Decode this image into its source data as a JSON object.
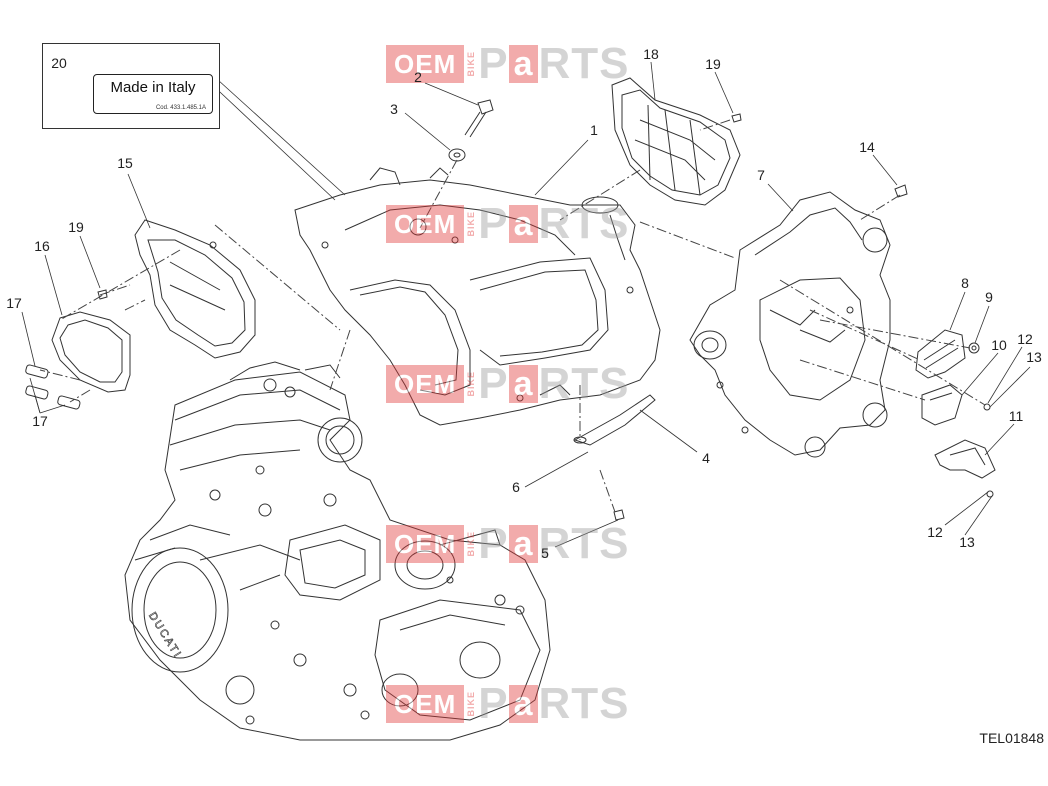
{
  "diagram": {
    "code": "TEL01848",
    "inset_label": {
      "text": "Made in Italy",
      "code": "Cod. 433.1.485.1A"
    },
    "callouts": [
      {
        "id": "c20",
        "number": "20"
      },
      {
        "id": "c2",
        "number": "2"
      },
      {
        "id": "c3",
        "number": "3"
      },
      {
        "id": "c1",
        "number": "1"
      },
      {
        "id": "c18",
        "number": "18"
      },
      {
        "id": "c19a",
        "number": "19"
      },
      {
        "id": "c14",
        "number": "14"
      },
      {
        "id": "c7",
        "number": "7"
      },
      {
        "id": "c15",
        "number": "15"
      },
      {
        "id": "c19b",
        "number": "19"
      },
      {
        "id": "c16",
        "number": "16"
      },
      {
        "id": "c17a",
        "number": "17"
      },
      {
        "id": "c17b",
        "number": "17"
      },
      {
        "id": "c8",
        "number": "8"
      },
      {
        "id": "c9",
        "number": "9"
      },
      {
        "id": "c10",
        "number": "10"
      },
      {
        "id": "c12a",
        "number": "12"
      },
      {
        "id": "c13a",
        "number": "13"
      },
      {
        "id": "c11",
        "number": "11"
      },
      {
        "id": "c12b",
        "number": "12"
      },
      {
        "id": "c13b",
        "number": "13"
      },
      {
        "id": "c4",
        "number": "4"
      },
      {
        "id": "c6",
        "number": "6"
      },
      {
        "id": "c5",
        "number": "5"
      }
    ],
    "watermark": {
      "left": "OEM",
      "middle": "BIKE",
      "p": "P",
      "a": "a",
      "right": "RTS"
    },
    "engine_brand": "DUCATI"
  }
}
